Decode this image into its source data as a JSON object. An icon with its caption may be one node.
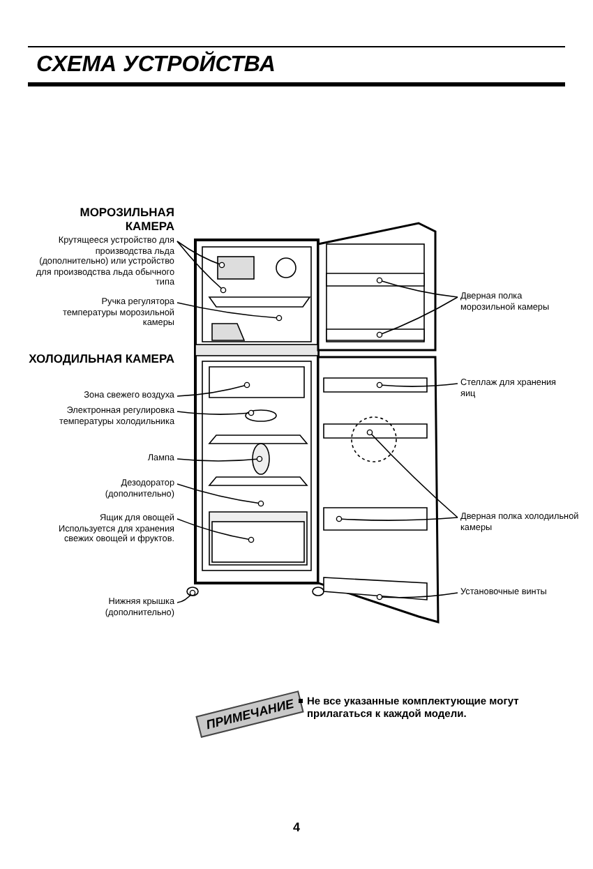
{
  "diagram": {
    "title": "СХЕМА УСТРОЙСТВА",
    "nodes": [
      {
        "text": [
          "Крутящееся устройство для производства льда (дополнительно) или устройство для производства льда обычного типа"
        ]
      },
      {
        "text": [
          "Ручка регулятора температуры морозильной камеры"
        ]
      },
      {
        "text": [
          "Зона свежего воздуха"
        ]
      },
      {
        "text": [
          "Электронная регулировка температуры холодильника"
        ]
      },
      {
        "text": [
          "Лампа"
        ]
      },
      {
        "text": [
          "Дезодоратор (дополнительно)"
        ]
      },
      {
        "text": [
          "Ящик для овощей Используется для хранения свежих овощей и фруктов."
        ]
      },
      {
        "text": [
          "Нижняя крышка (дополнительно)"
        ]
      },
      {
        "text": [
          "Дверная полка морозильной камеры"
        ]
      },
      {
        "text": [
          "Стеллаж для хранения яиц"
        ]
      },
      {
        "text": [
          "Дверная полка холодильной камеры"
        ]
      },
      {
        "text": [
          "Установочные винты"
        ]
      }
    ],
    "edges": [
      {
        "from": 0,
        "to": null,
        "arrow": "other"
      },
      {
        "from": 0,
        "to": null,
        "arrow": "other"
      },
      {
        "from": 1,
        "to": null,
        "arrow": "other"
      },
      {
        "from": 2,
        "to": null,
        "arrow": "other"
      },
      {
        "from": 3,
        "to": null,
        "arrow": "other"
      },
      {
        "from": 4,
        "to": null,
        "arrow": "other"
      },
      {
        "from": 5,
        "to": null,
        "arrow": "other"
      },
      {
        "from": 6,
        "to": null,
        "arrow": "other"
      },
      {
        "from": 7,
        "to": null,
        "arrow": "other"
      },
      {
        "from": 8,
        "to": null,
        "arrow": "other"
      },
      {
        "from": 8,
        "to": null,
        "arrow": "other"
      },
      {
        "from": 9,
        "to": null,
        "arrow": "other"
      },
      {
        "from": 10,
        "to": null,
        "arrow": "other"
      },
      {
        "from": 10,
        "to": null,
        "arrow": "other"
      },
      {
        "from": 11,
        "to": null,
        "arrow": "other"
      }
    ],
    "labels": [
      "МОРОЗИЛЬНАЯ КАМЕРА",
      "ХОЛОДИЛЬНАЯ КАМЕРА",
      "ПРИМЕЧАНИЕ",
      "Не все указанные комплектующие могут прилагаться к каждой модели.",
      "4"
    ]
  }
}
